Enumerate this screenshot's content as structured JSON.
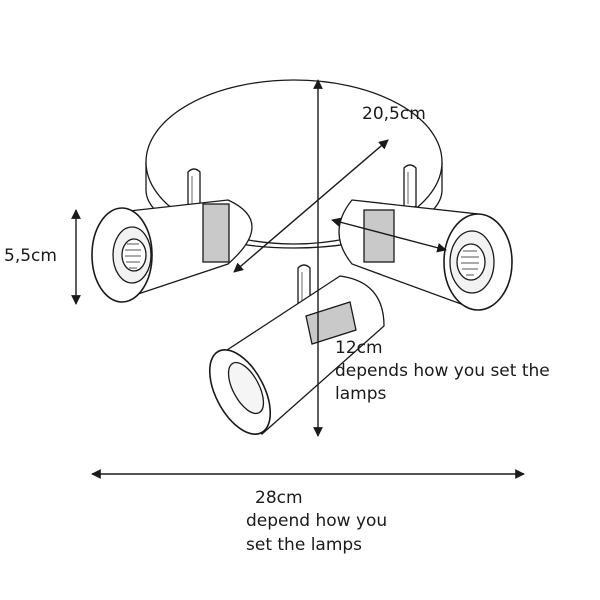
{
  "dimensions": {
    "diameter": "20,5cm",
    "shade_height": "5,5cm",
    "height": "12cm",
    "height_note_line1": "depends how you set the",
    "height_note_line2": "lamps",
    "width": "28cm",
    "width_note_line1": "depend how you",
    "width_note_line2": "set the lamps"
  },
  "colors": {
    "line": "#1a1a1a",
    "chrome": "#9a9a9a"
  }
}
